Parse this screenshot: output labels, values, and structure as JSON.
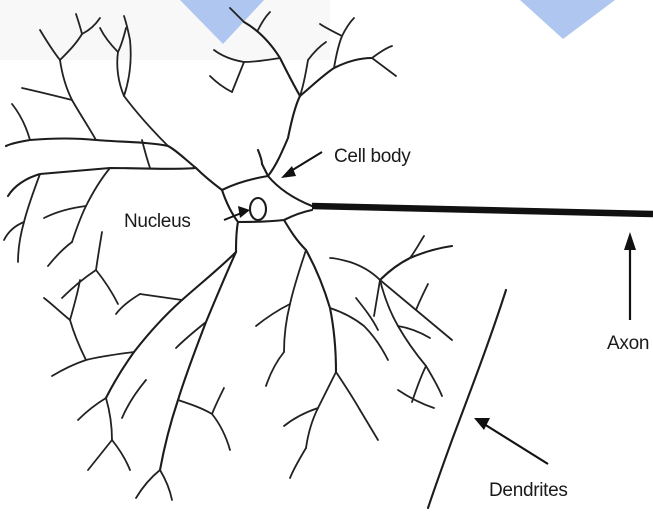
{
  "labels": {
    "cell_body": "Cell body",
    "nucleus": "Nucleus",
    "axon": "Axon",
    "dendrites": "Dendrites"
  },
  "colors": {
    "accent": "#aec6f0",
    "ink": "#1c1c1c"
  }
}
